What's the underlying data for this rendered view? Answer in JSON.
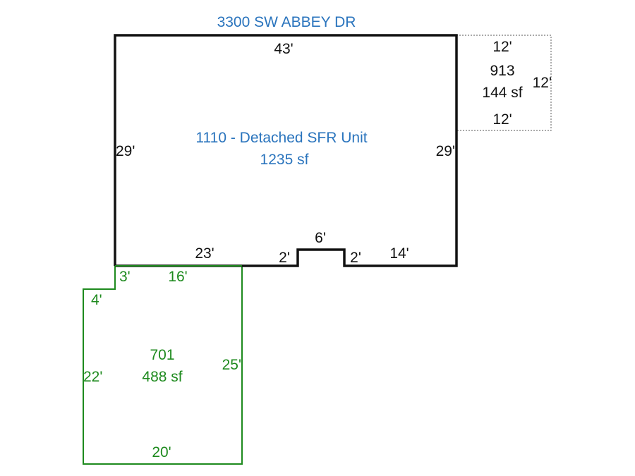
{
  "address": "3300 SW ABBEY DR",
  "colors": {
    "main": "#111111",
    "label": "#2a74bd",
    "garage": "#1e8a1e",
    "deck": "#777777"
  },
  "main_unit": {
    "name": "1110 - Detached SFR Unit",
    "area": "1235 sf",
    "dims": {
      "top": "43'",
      "left": "29'",
      "right": "29'",
      "bottom_left": "23'",
      "notch_left": "2'",
      "notch_top": "6'",
      "notch_right": "2'",
      "bottom_right": "14'"
    }
  },
  "deck": {
    "code": "913",
    "area": "144 sf",
    "dims": {
      "top": "12'",
      "right": "12'",
      "bottom": "12'"
    }
  },
  "garage": {
    "code": "701",
    "area": "488 sf",
    "dims": {
      "step_vertical": "3'",
      "top": "16'",
      "step_horizontal": "4'",
      "left": "22'",
      "right": "25'",
      "bottom": "20'"
    }
  }
}
